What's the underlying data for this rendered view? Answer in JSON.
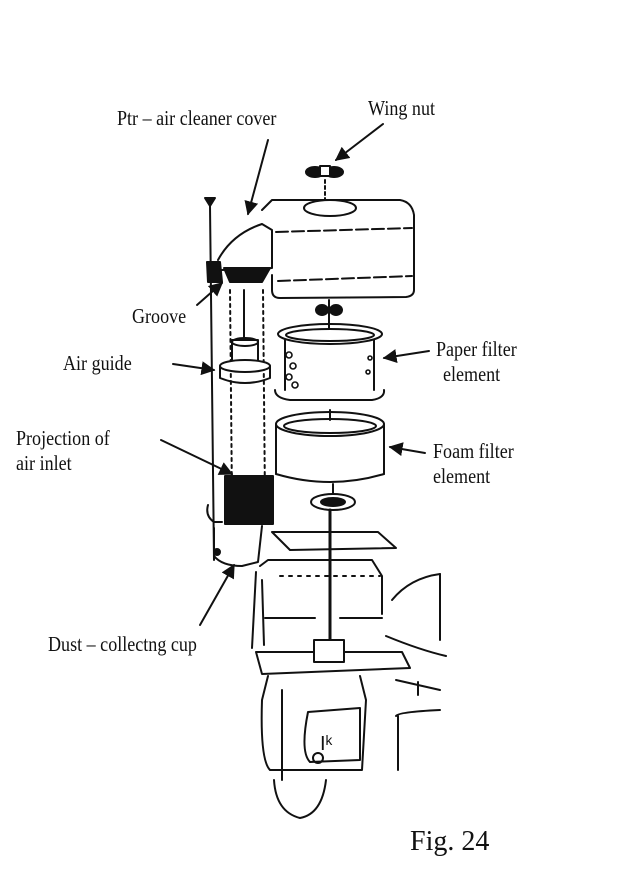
{
  "figure": {
    "caption": "Fig. 24",
    "labels": {
      "cover": "Ptr – air cleaner cover",
      "wing_nut": "Wing nut",
      "groove": "Groove",
      "air_guide": "Air guide",
      "projection_line1": "Projection of",
      "projection_line2": "air inlet",
      "paper_line1": "Paper filter",
      "paper_line2": "element",
      "foam_line1": "Foam filter",
      "foam_line2": "element",
      "dust_cup": "Dust – collectng cup"
    }
  }
}
